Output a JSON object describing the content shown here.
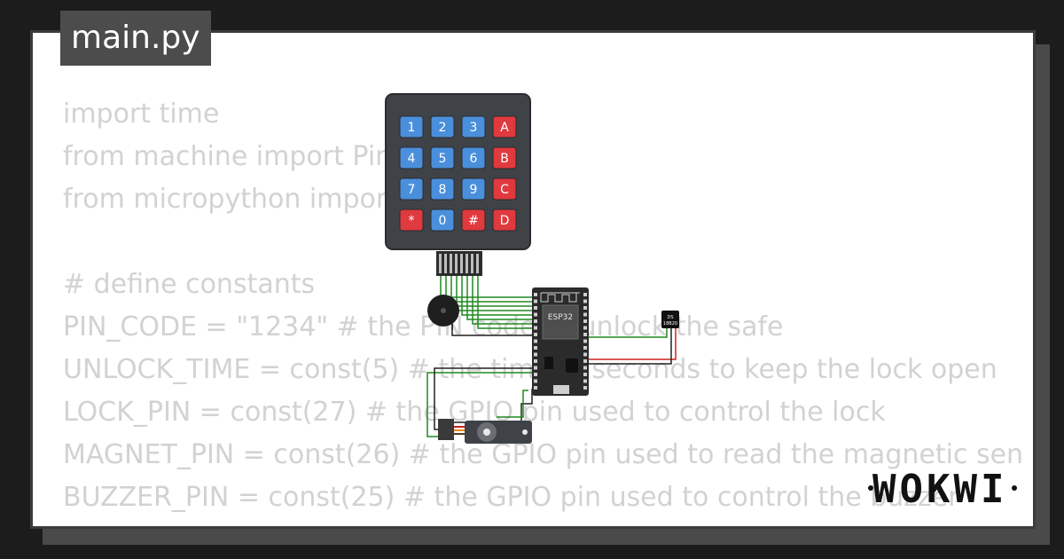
{
  "header": {
    "filename": "main.py"
  },
  "code_lines": [
    "import time",
    "from machine import Pin",
    "from micropython import const",
    "",
    "# define constants",
    "PIN_CODE = \"1234\" # the PIN code to unlock the safe",
    "UNLOCK_TIME = const(5) # the time in seconds to keep the lock open",
    "LOCK_PIN = const(27) # the GPIO pin used to control the lock",
    "MAGNET_PIN = const(26) # the GPIO pin used to read the magnetic sen",
    "BUZZER_PIN = const(25) # the GPIO pin used to control the buzzer"
  ],
  "keypad": {
    "rows": [
      [
        {
          "label": "1",
          "kind": "num"
        },
        {
          "label": "2",
          "kind": "num"
        },
        {
          "label": "3",
          "kind": "num"
        },
        {
          "label": "A",
          "kind": "fn"
        }
      ],
      [
        {
          "label": "4",
          "kind": "num"
        },
        {
          "label": "5",
          "kind": "num"
        },
        {
          "label": "6",
          "kind": "num"
        },
        {
          "label": "B",
          "kind": "fn"
        }
      ],
      [
        {
          "label": "7",
          "kind": "num"
        },
        {
          "label": "8",
          "kind": "num"
        },
        {
          "label": "9",
          "kind": "num"
        },
        {
          "label": "C",
          "kind": "fn"
        }
      ],
      [
        {
          "label": "*",
          "kind": "fn"
        },
        {
          "label": "0",
          "kind": "num"
        },
        {
          "label": "#",
          "kind": "fn"
        },
        {
          "label": "D",
          "kind": "fn"
        }
      ]
    ]
  },
  "board": {
    "label": "ESP32"
  },
  "sensor": {
    "line1": "DS",
    "line2": "18B20"
  },
  "brand": {
    "logo_text": "WOKWI"
  },
  "colors": {
    "key_num": "#4a8fdc",
    "key_fn": "#e0393e",
    "wire_green": "#1e8a1e",
    "wire_red": "#d02020",
    "wire_black": "#202020",
    "tab_bg": "#4c4c4c",
    "code_text": "#d2d2d2"
  }
}
